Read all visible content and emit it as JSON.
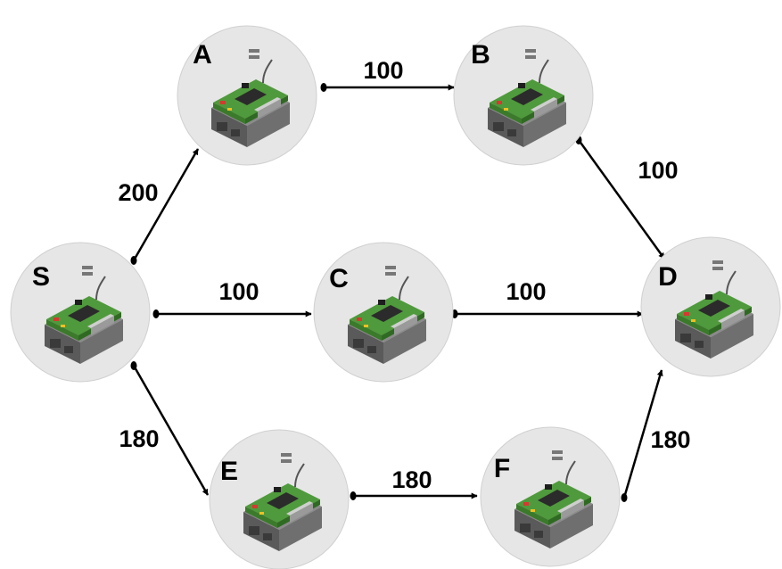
{
  "colors": {
    "node_fill": "#e6e6e6",
    "edge": "#000000",
    "board_green": "#4f9a3c",
    "board_base": "#6b6b6b",
    "chip": "#2b2b2b"
  },
  "nodes": [
    {
      "id": "S",
      "label": "S",
      "icon": "circuit-board-device-icon"
    },
    {
      "id": "A",
      "label": "A",
      "icon": "circuit-board-device-icon"
    },
    {
      "id": "B",
      "label": "B",
      "icon": "circuit-board-device-icon"
    },
    {
      "id": "C",
      "label": "C",
      "icon": "circuit-board-device-icon"
    },
    {
      "id": "D",
      "label": "D",
      "icon": "circuit-board-device-icon"
    },
    {
      "id": "E",
      "label": "E",
      "icon": "circuit-board-device-icon"
    },
    {
      "id": "F",
      "label": "F",
      "icon": "circuit-board-device-icon"
    }
  ],
  "edges": [
    {
      "from": "S",
      "to": "A",
      "label": "200"
    },
    {
      "from": "A",
      "to": "B",
      "label": "100"
    },
    {
      "from": "B",
      "to": "D",
      "label": "100"
    },
    {
      "from": "S",
      "to": "C",
      "label": "100"
    },
    {
      "from": "C",
      "to": "D",
      "label": "100"
    },
    {
      "from": "S",
      "to": "E",
      "label": "180"
    },
    {
      "from": "E",
      "to": "F",
      "label": "180"
    },
    {
      "from": "F",
      "to": "D",
      "label": "180"
    }
  ]
}
